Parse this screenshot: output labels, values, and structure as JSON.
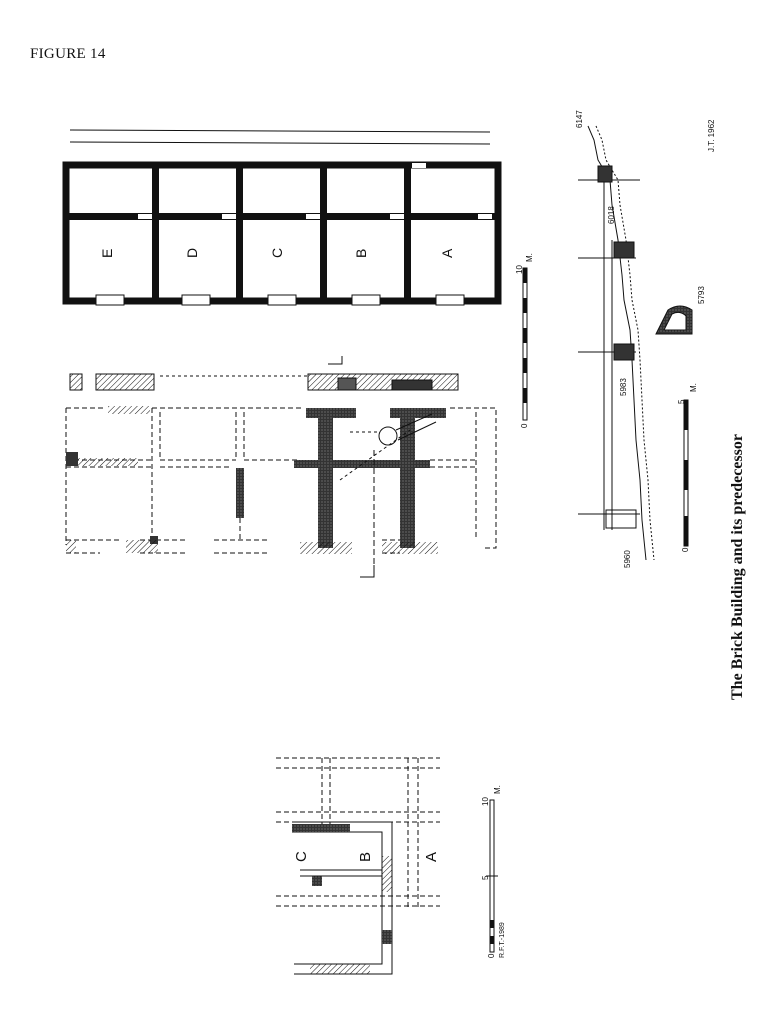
{
  "figure_label": "FIGURE 14",
  "caption": "The Brick Building and its predecessor",
  "credit_top": "J.T. 1962",
  "credit_bottom": "R.F.T.-1989",
  "room_labels_plan": [
    "E",
    "D",
    "C",
    "B",
    "A"
  ],
  "room_labels_predecessor": [
    "C",
    "B",
    "A"
  ],
  "scale_top": {
    "start": "0",
    "end": "10",
    "unit": "M."
  },
  "scale_section": {
    "start": "0",
    "end": "5",
    "unit": "M."
  },
  "scale_bottom": {
    "start": "0",
    "mid": "5",
    "end": "10",
    "unit": "M."
  },
  "elevations": [
    "6147",
    "6018",
    "5793",
    "5983",
    "5960"
  ],
  "colors": {
    "ink": "#111111",
    "paper": "#ffffff"
  }
}
